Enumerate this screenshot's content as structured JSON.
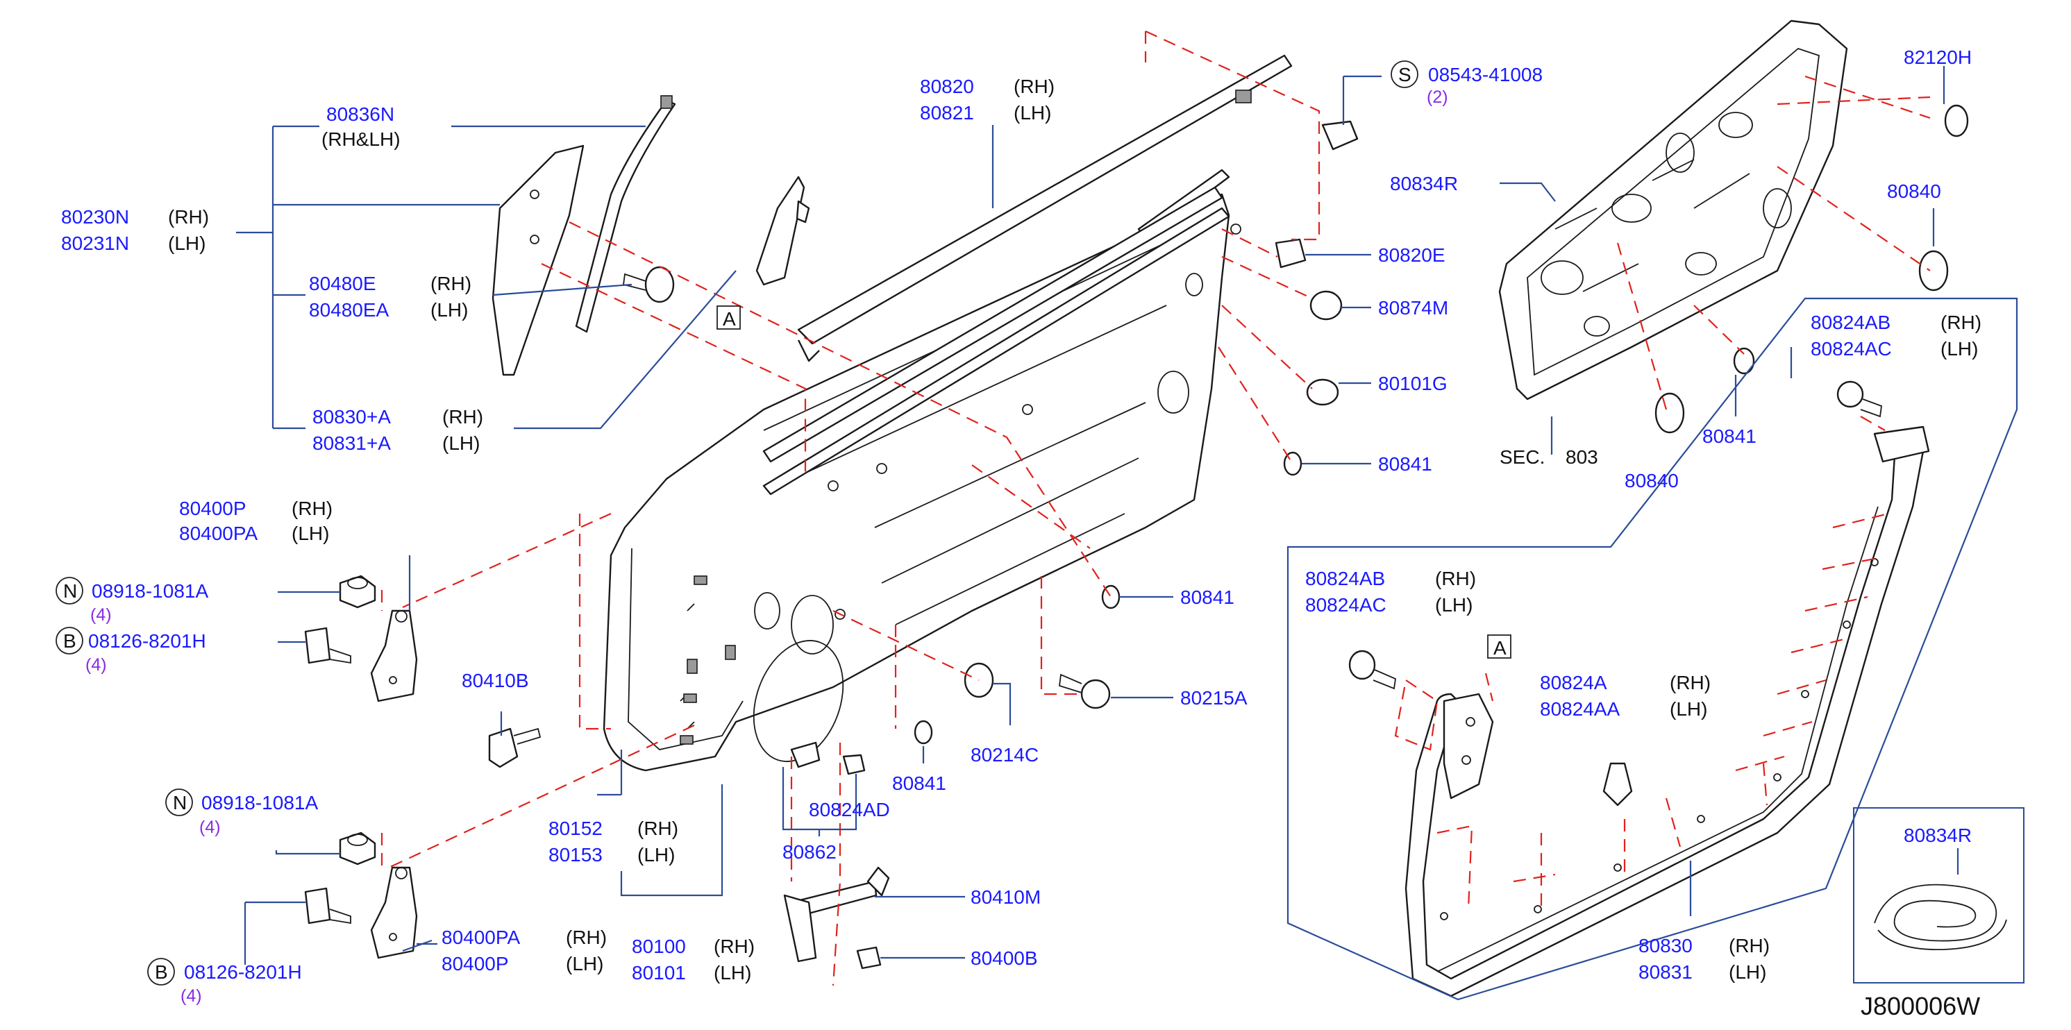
{
  "diagram_code": "J800006W",
  "callouts": [
    {
      "id": "c80836N",
      "pn": "80836N",
      "side": "(RH&LH)"
    },
    {
      "id": "c80230N",
      "pn": "80230N",
      "side": "(RH)"
    },
    {
      "id": "c80231N",
      "pn": "80231N",
      "side": "(LH)"
    },
    {
      "id": "c80480E",
      "pn": "80480E",
      "side": "(RH)"
    },
    {
      "id": "c80480EA",
      "pn": "80480EA",
      "side": "(LH)"
    },
    {
      "id": "c80830A",
      "pn": "80830+A",
      "side": "(RH)"
    },
    {
      "id": "c80831A",
      "pn": "80831+A",
      "side": "(LH)"
    },
    {
      "id": "c80400Pt",
      "pn": "80400P",
      "side": "(RH)"
    },
    {
      "id": "c80400PAt",
      "pn": "80400PA",
      "side": "(LH)"
    },
    {
      "id": "cN1",
      "prefix": "N",
      "pn": "08918-1081A",
      "qty": "(4)"
    },
    {
      "id": "cB1",
      "prefix": "B",
      "pn": "08126-8201H",
      "qty": "(4)"
    },
    {
      "id": "c80410B",
      "pn": "80410B"
    },
    {
      "id": "cN2",
      "prefix": "N",
      "pn": "08918-1081A",
      "qty": "(4)"
    },
    {
      "id": "cB2",
      "prefix": "B",
      "pn": "08126-8201H",
      "qty": "(4)"
    },
    {
      "id": "c80400PA",
      "pn": "80400PA",
      "side": "(RH)"
    },
    {
      "id": "c80400P",
      "pn": "80400P",
      "side": "(LH)"
    },
    {
      "id": "c80152",
      "pn": "80152",
      "side": "(RH)"
    },
    {
      "id": "c80153",
      "pn": "80153",
      "side": "(LH)"
    },
    {
      "id": "c80100",
      "pn": "80100",
      "side": "(RH)"
    },
    {
      "id": "c80101",
      "pn": "80101",
      "side": "(LH)"
    },
    {
      "id": "c80862",
      "pn": "80862"
    },
    {
      "id": "c80824AD",
      "pn": "80824AD"
    },
    {
      "id": "c80841a",
      "pn": "80841"
    },
    {
      "id": "c80214C",
      "pn": "80214C"
    },
    {
      "id": "c80410M",
      "pn": "80410M"
    },
    {
      "id": "c80400B",
      "pn": "80400B"
    },
    {
      "id": "c80820",
      "pn": "80820",
      "side": "(RH)"
    },
    {
      "id": "c80821",
      "pn": "80821",
      "side": "(LH)"
    },
    {
      "id": "cS",
      "prefix": "S",
      "pn": "08543-41008",
      "qty": "(2)"
    },
    {
      "id": "c80820E",
      "pn": "80820E"
    },
    {
      "id": "c80874M",
      "pn": "80874M"
    },
    {
      "id": "c80101G",
      "pn": "80101G"
    },
    {
      "id": "c80841b",
      "pn": "80841"
    },
    {
      "id": "c80841c",
      "pn": "80841"
    },
    {
      "id": "c80215A",
      "pn": "80215A"
    },
    {
      "id": "c80834Ra",
      "pn": "80834R"
    },
    {
      "id": "c82120H",
      "pn": "82120H"
    },
    {
      "id": "c80840a",
      "pn": "80840"
    },
    {
      "id": "c80840b",
      "pn": "80840"
    },
    {
      "id": "c80841d",
      "pn": "80841"
    },
    {
      "id": "cSEC",
      "pn": "SEC.",
      "side": "803"
    },
    {
      "id": "c80824AB",
      "pn": "80824AB",
      "side": "(RH)"
    },
    {
      "id": "c80824AC",
      "pn": "80824AC",
      "side": "(LH)"
    },
    {
      "id": "c80824AB2",
      "pn": "80824AB",
      "side": "(RH)"
    },
    {
      "id": "c80824AC2",
      "pn": "80824AC",
      "side": "(LH)"
    },
    {
      "id": "c80824A",
      "pn": "80824A",
      "side": "(RH)"
    },
    {
      "id": "c80824AA",
      "pn": "80824AA",
      "side": "(LH)"
    },
    {
      "id": "c80830",
      "pn": "80830",
      "side": "(RH)"
    },
    {
      "id": "c80831",
      "pn": "80831",
      "side": "(LH)"
    },
    {
      "id": "c80834Rb",
      "pn": "80834R"
    }
  ],
  "ref_marks": [
    {
      "id": "refA1",
      "label": "A"
    },
    {
      "id": "refA2",
      "label": "A"
    }
  ],
  "colors": {
    "part_number": "#1a1aff",
    "quantity": "#8a2be2",
    "leader": "#2a4c9a",
    "dashed_guide": "#e0221d"
  }
}
